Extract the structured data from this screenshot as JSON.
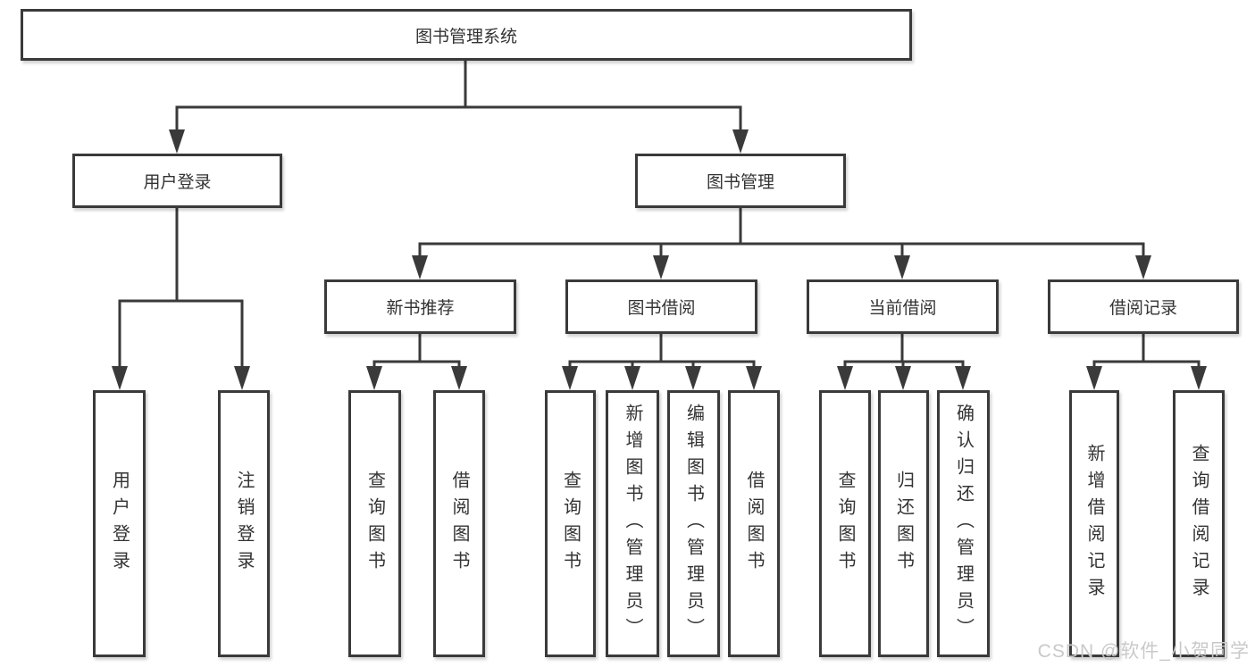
{
  "tree": {
    "root": {
      "label": "图书管理系统"
    },
    "children": [
      {
        "label": "用户登录",
        "leaves": [
          {
            "label": "用户登录"
          },
          {
            "label": "注销登录"
          }
        ]
      },
      {
        "label": "图书管理",
        "children": [
          {
            "label": "新书推荐",
            "leaves": [
              {
                "label": "查询图书"
              },
              {
                "label": "借阅图书"
              }
            ]
          },
          {
            "label": "图书借阅",
            "leaves": [
              {
                "label": "查询图书"
              },
              {
                "label": "新增图书（管理员）"
              },
              {
                "label": "编辑图书（管理员）"
              },
              {
                "label": "借阅图书"
              }
            ]
          },
          {
            "label": "当前借阅",
            "leaves": [
              {
                "label": "查询图书"
              },
              {
                "label": "归还图书"
              },
              {
                "label": "确认归还（管理员）"
              }
            ]
          },
          {
            "label": "借阅记录",
            "leaves": [
              {
                "label": "新增借阅记录"
              },
              {
                "label": "查询借阅记录"
              }
            ]
          }
        ]
      }
    ]
  },
  "watermark": {
    "text": "CSDN @软件_小贺同学"
  },
  "colors": {
    "line": "#3a3a3a",
    "text": "#333333",
    "box_background": "#ffffff",
    "page_background": "#ffffff",
    "watermark": "#c9c9c9"
  }
}
